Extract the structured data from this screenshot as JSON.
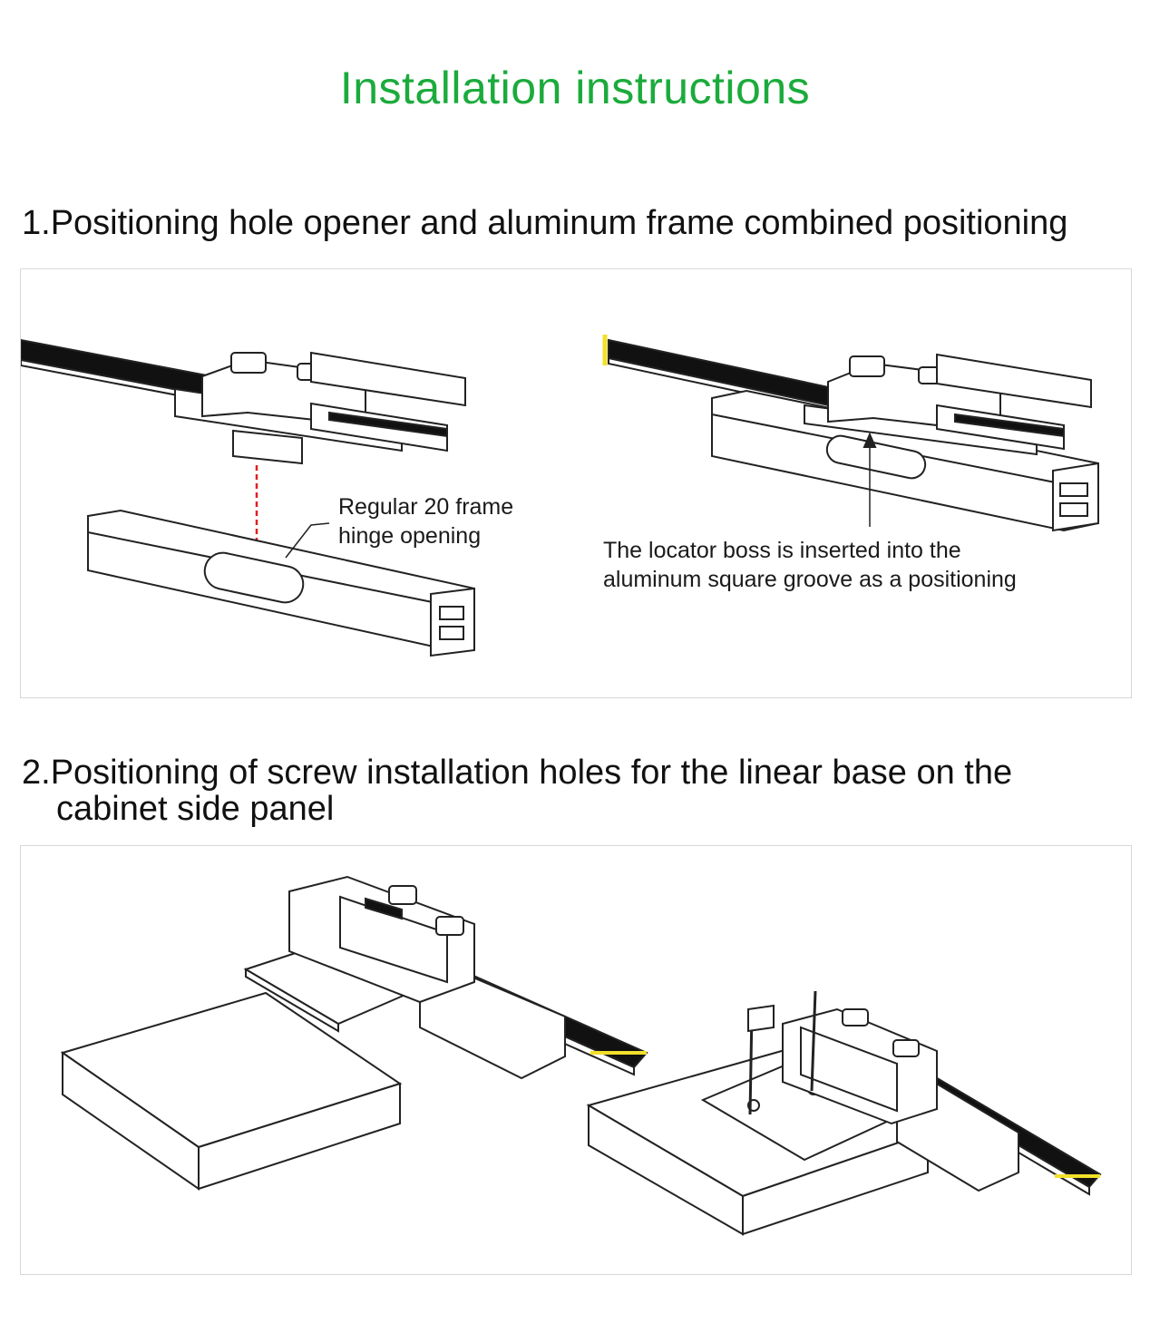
{
  "colors": {
    "title_green": "#1bab3c",
    "line": "#222222",
    "guide_red": "#e02020",
    "ruler_tip_yellow": "#f3e02a",
    "panel_border": "#d8d8d8"
  },
  "title": "Installation instructions",
  "step1": {
    "heading": "1.Positioning hole opener and aluminum frame combined positioning",
    "callout_left_line1": "Regular 20 frame",
    "callout_left_line2": "hinge opening",
    "callout_right_line1": "The locator boss is inserted into the",
    "callout_right_line2": "aluminum square groove as a positioning"
  },
  "step2": {
    "heading_line1": "2.Positioning of screw installation holes for the linear base on the",
    "heading_line2": "cabinet side panel"
  },
  "icons": {
    "illustration_1a": "hole-opener-above-frame-illustration",
    "illustration_1b": "hole-opener-on-frame-illustration",
    "illustration_2a": "jig-and-panel-illustration",
    "illustration_2b": "jig-drilling-panel-illustration"
  }
}
